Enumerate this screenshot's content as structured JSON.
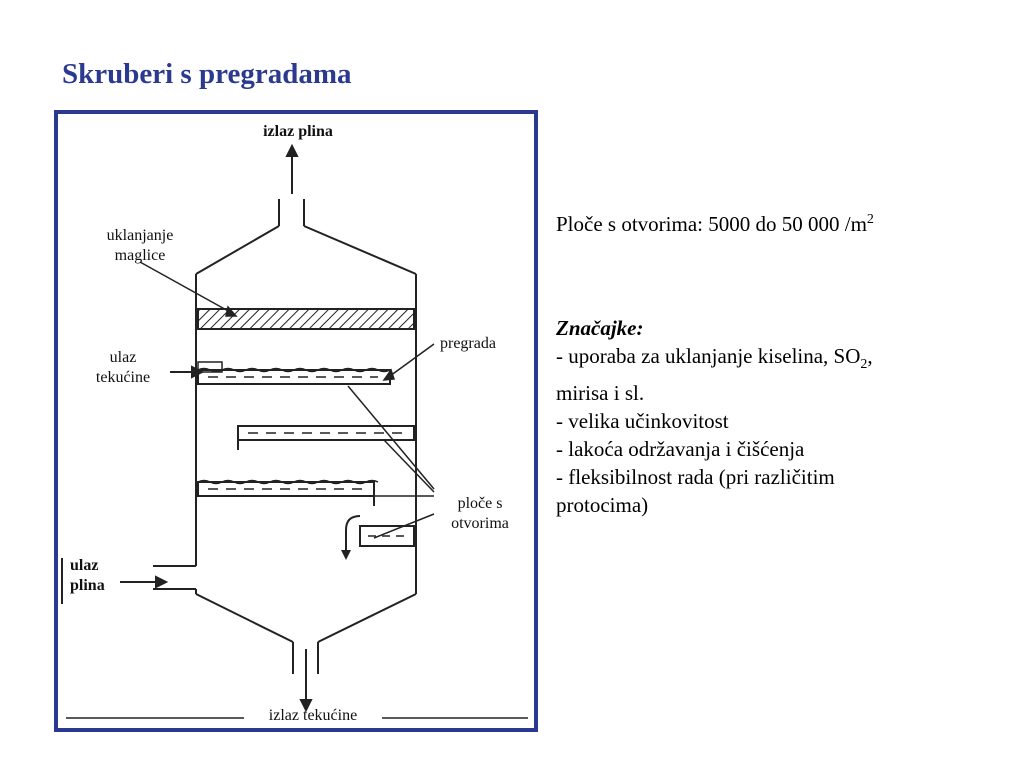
{
  "slide": {
    "title": "Skruberi s pregradama"
  },
  "diagram": {
    "labels": {
      "gas_outlet": "izlaz plina",
      "mist_removal_1": "uklanjanje",
      "mist_removal_2": "maglice",
      "baffle": "pregrada",
      "liquid_inlet_1": "ulaz",
      "liquid_inlet_2": "tekućine",
      "perforated_plates_1": "ploče s",
      "perforated_plates_2": "otvorima",
      "gas_inlet_1": "ulaz",
      "gas_inlet_2": "plina",
      "liquid_outlet": "izlaz tekućine"
    }
  },
  "right_panel": {
    "plates_text": "Ploče s otvorima: 5000 do 50 000 /m",
    "plates_sup": "2",
    "features_heading": "Značajke:",
    "feature_1_pre": "- uporaba za uklanjanje kiselina, SO",
    "feature_1_sub": "2",
    "feature_1_post": ",",
    "feature_1_cont": "mirisa i sl.",
    "feature_2": "- velika učinkovitost",
    "feature_3": "- lakoća održavanja i čišćenja",
    "feature_4": "- fleksibilnost rada (pri različitim",
    "feature_4_cont": "protocima)"
  }
}
